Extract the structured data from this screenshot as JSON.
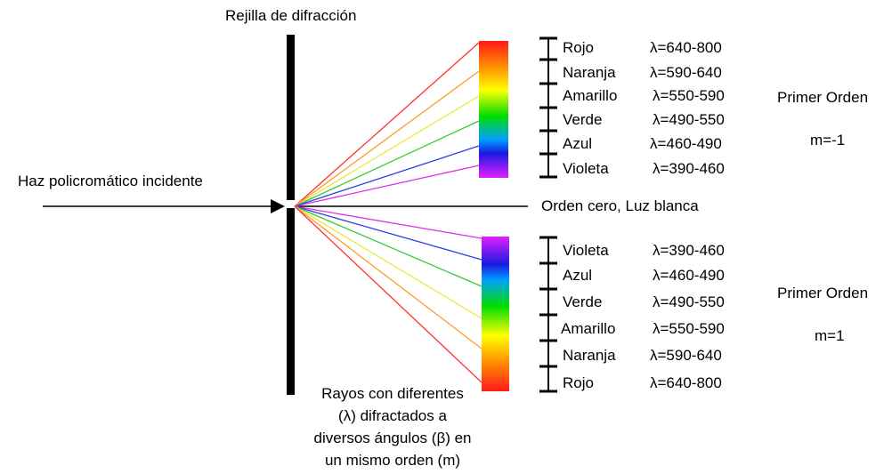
{
  "grating_label": "Rejilla de difracción",
  "incident_label": "Haz policromático incidente",
  "zero_order_label": "Orden cero, Luz blanca",
  "caption_lines": [
    "Rayos con diferentes",
    "(λ) difractados a",
    "diversos ángulos (β) en",
    "un mismo orden (m)"
  ],
  "orders": [
    {
      "title": "Primer Orden",
      "m": "m=-1",
      "colors": [
        {
          "name": "Rojo",
          "range": "λ=640-800",
          "hex": "#ff3030"
        },
        {
          "name": "Naranja",
          "range": "λ=590-640",
          "hex": "#ff9a2a"
        },
        {
          "name": "Amarillo",
          "range": "λ=550-590",
          "hex": "#e8e83a"
        },
        {
          "name": "Verde",
          "range": "λ=490-550",
          "hex": "#33cc33"
        },
        {
          "name": "Azul",
          "range": "λ=460-490",
          "hex": "#2d3fe0"
        },
        {
          "name": "Violeta",
          "range": "λ=390-460",
          "hex": "#e030e8"
        }
      ]
    },
    {
      "title": "Primer Orden",
      "m": "m=1",
      "colors": [
        {
          "name": "Violeta",
          "range": "λ=390-460",
          "hex": "#e030e8"
        },
        {
          "name": "Azul",
          "range": "λ=460-490",
          "hex": "#2d3fe0"
        },
        {
          "name": "Verde",
          "range": "λ=490-550",
          "hex": "#33cc33"
        },
        {
          "name": "Amarillo",
          "range": "λ=550-590",
          "hex": "#e8e83a"
        },
        {
          "name": "Naranja",
          "range": "λ=590-640",
          "hex": "#ff9a2a"
        },
        {
          "name": "Rojo",
          "range": "λ=640-800",
          "hex": "#ff3030"
        }
      ]
    }
  ]
}
